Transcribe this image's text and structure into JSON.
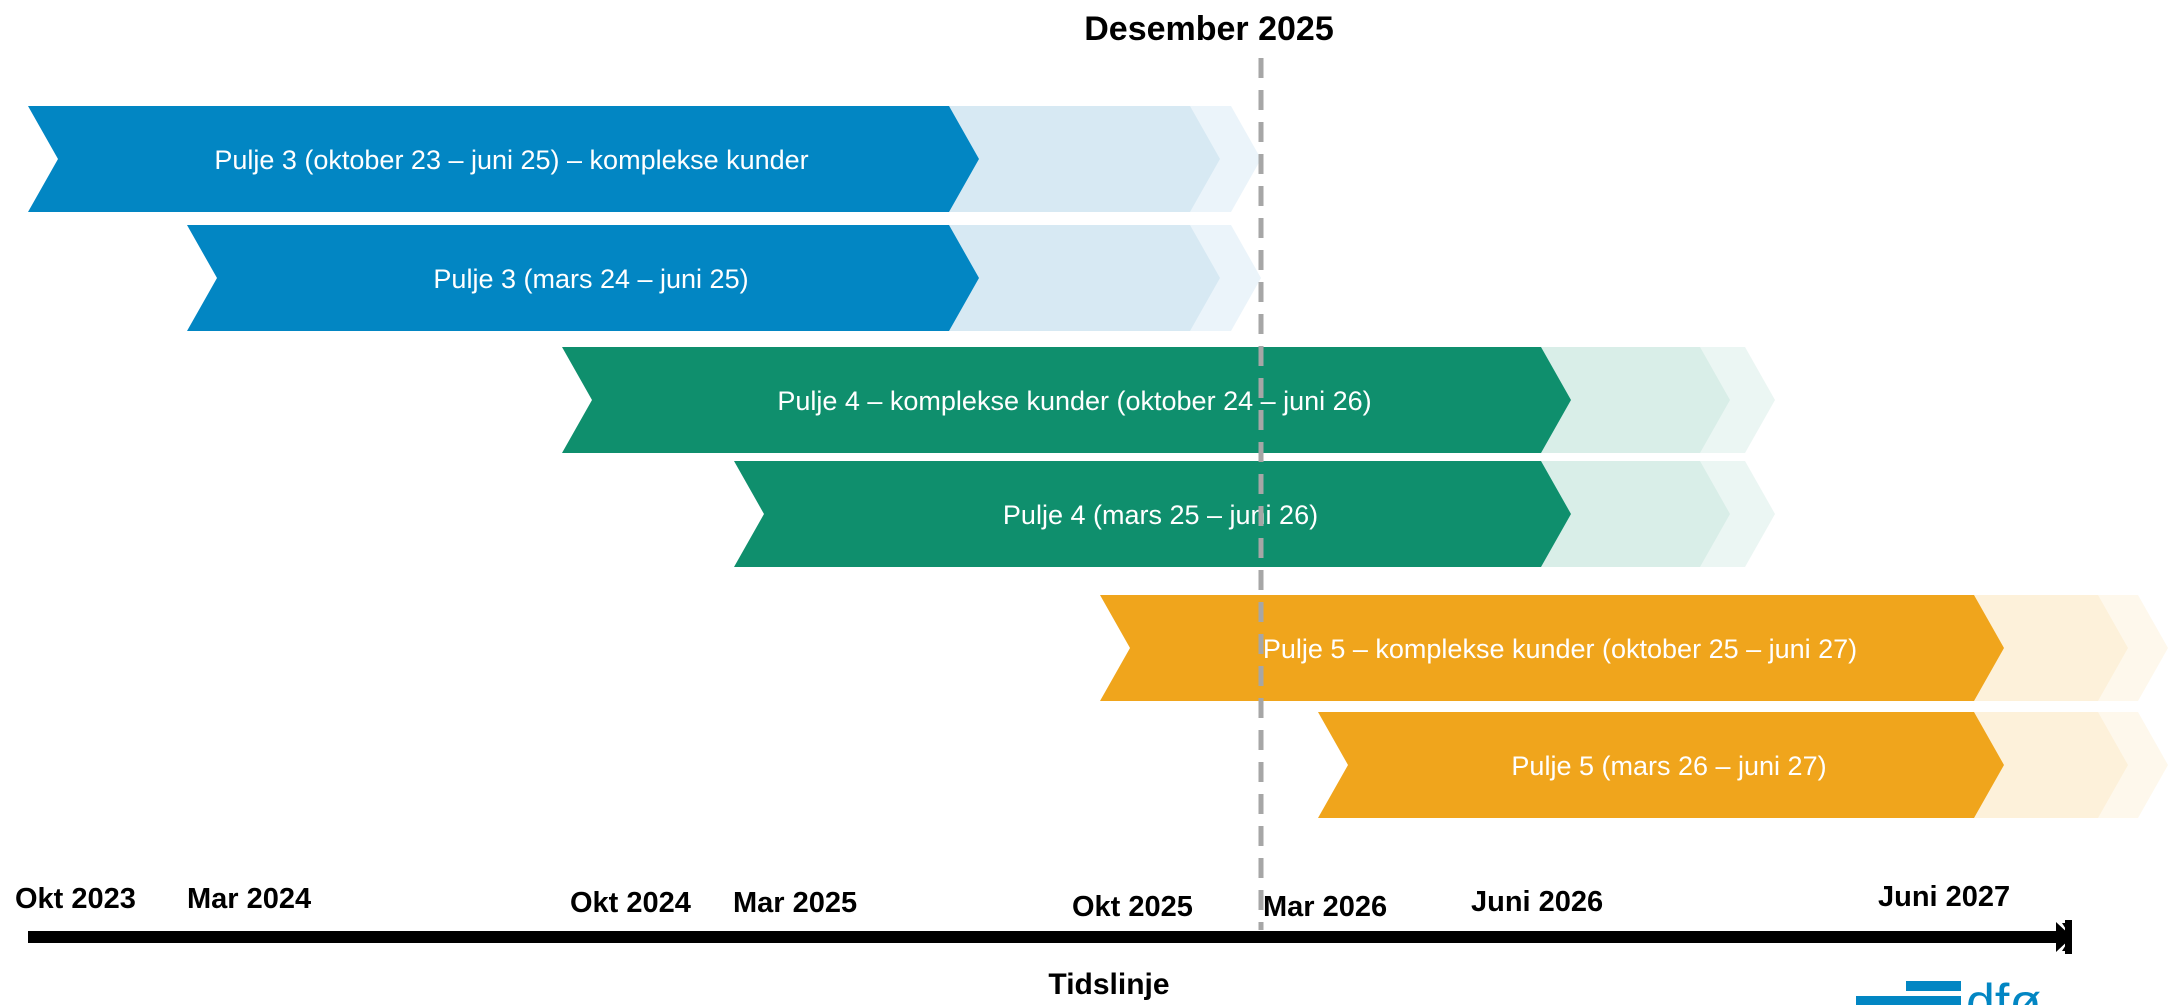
{
  "title": "Desember 2025",
  "timeline_label": "Tidslinje",
  "colors": {
    "blue": "#0286c3",
    "blue_light": "#d7e9f3",
    "blue_lighter": "#ebf4fa",
    "green": "#0f8f6d",
    "green_light": "#d9eee8",
    "green_lighter": "#ebf6f3",
    "orange": "#f0a51c",
    "orange_light": "#fdf1da",
    "orange_lighter": "#fef8ec",
    "axis": "#000000",
    "marker": "#a6a6a6",
    "logo": "#0286c3"
  },
  "ticks": [
    {
      "label": "Okt 2023"
    },
    {
      "label": "Mar 2024"
    },
    {
      "label": "Okt 2024"
    },
    {
      "label": "Mar 2025"
    },
    {
      "label": "Okt 2025"
    },
    {
      "label": "Mar 2026"
    },
    {
      "label": "Juni 2026"
    },
    {
      "label": "Juni 2027"
    }
  ],
  "bars": [
    {
      "label": "Pulje 3 (oktober 23 – juni 25) – komplekse kunder",
      "color": "blue"
    },
    {
      "label": "Pulje 3 (mars 24 – juni 25)",
      "color": "blue"
    },
    {
      "label": "Pulje 4 – komplekse kunder (oktober 24 – juni 26)",
      "color": "green"
    },
    {
      "label": "Pulje 4 (mars 25 – juni 26)",
      "color": "green"
    },
    {
      "label": "Pulje 5 – komplekse kunder (oktober 25 – juni 27)",
      "color": "orange"
    },
    {
      "label": "Pulje 5 (mars 26 – juni 27)",
      "color": "orange"
    }
  ],
  "marker_label": "Desember 2025",
  "logo": {
    "text": "dfø"
  }
}
